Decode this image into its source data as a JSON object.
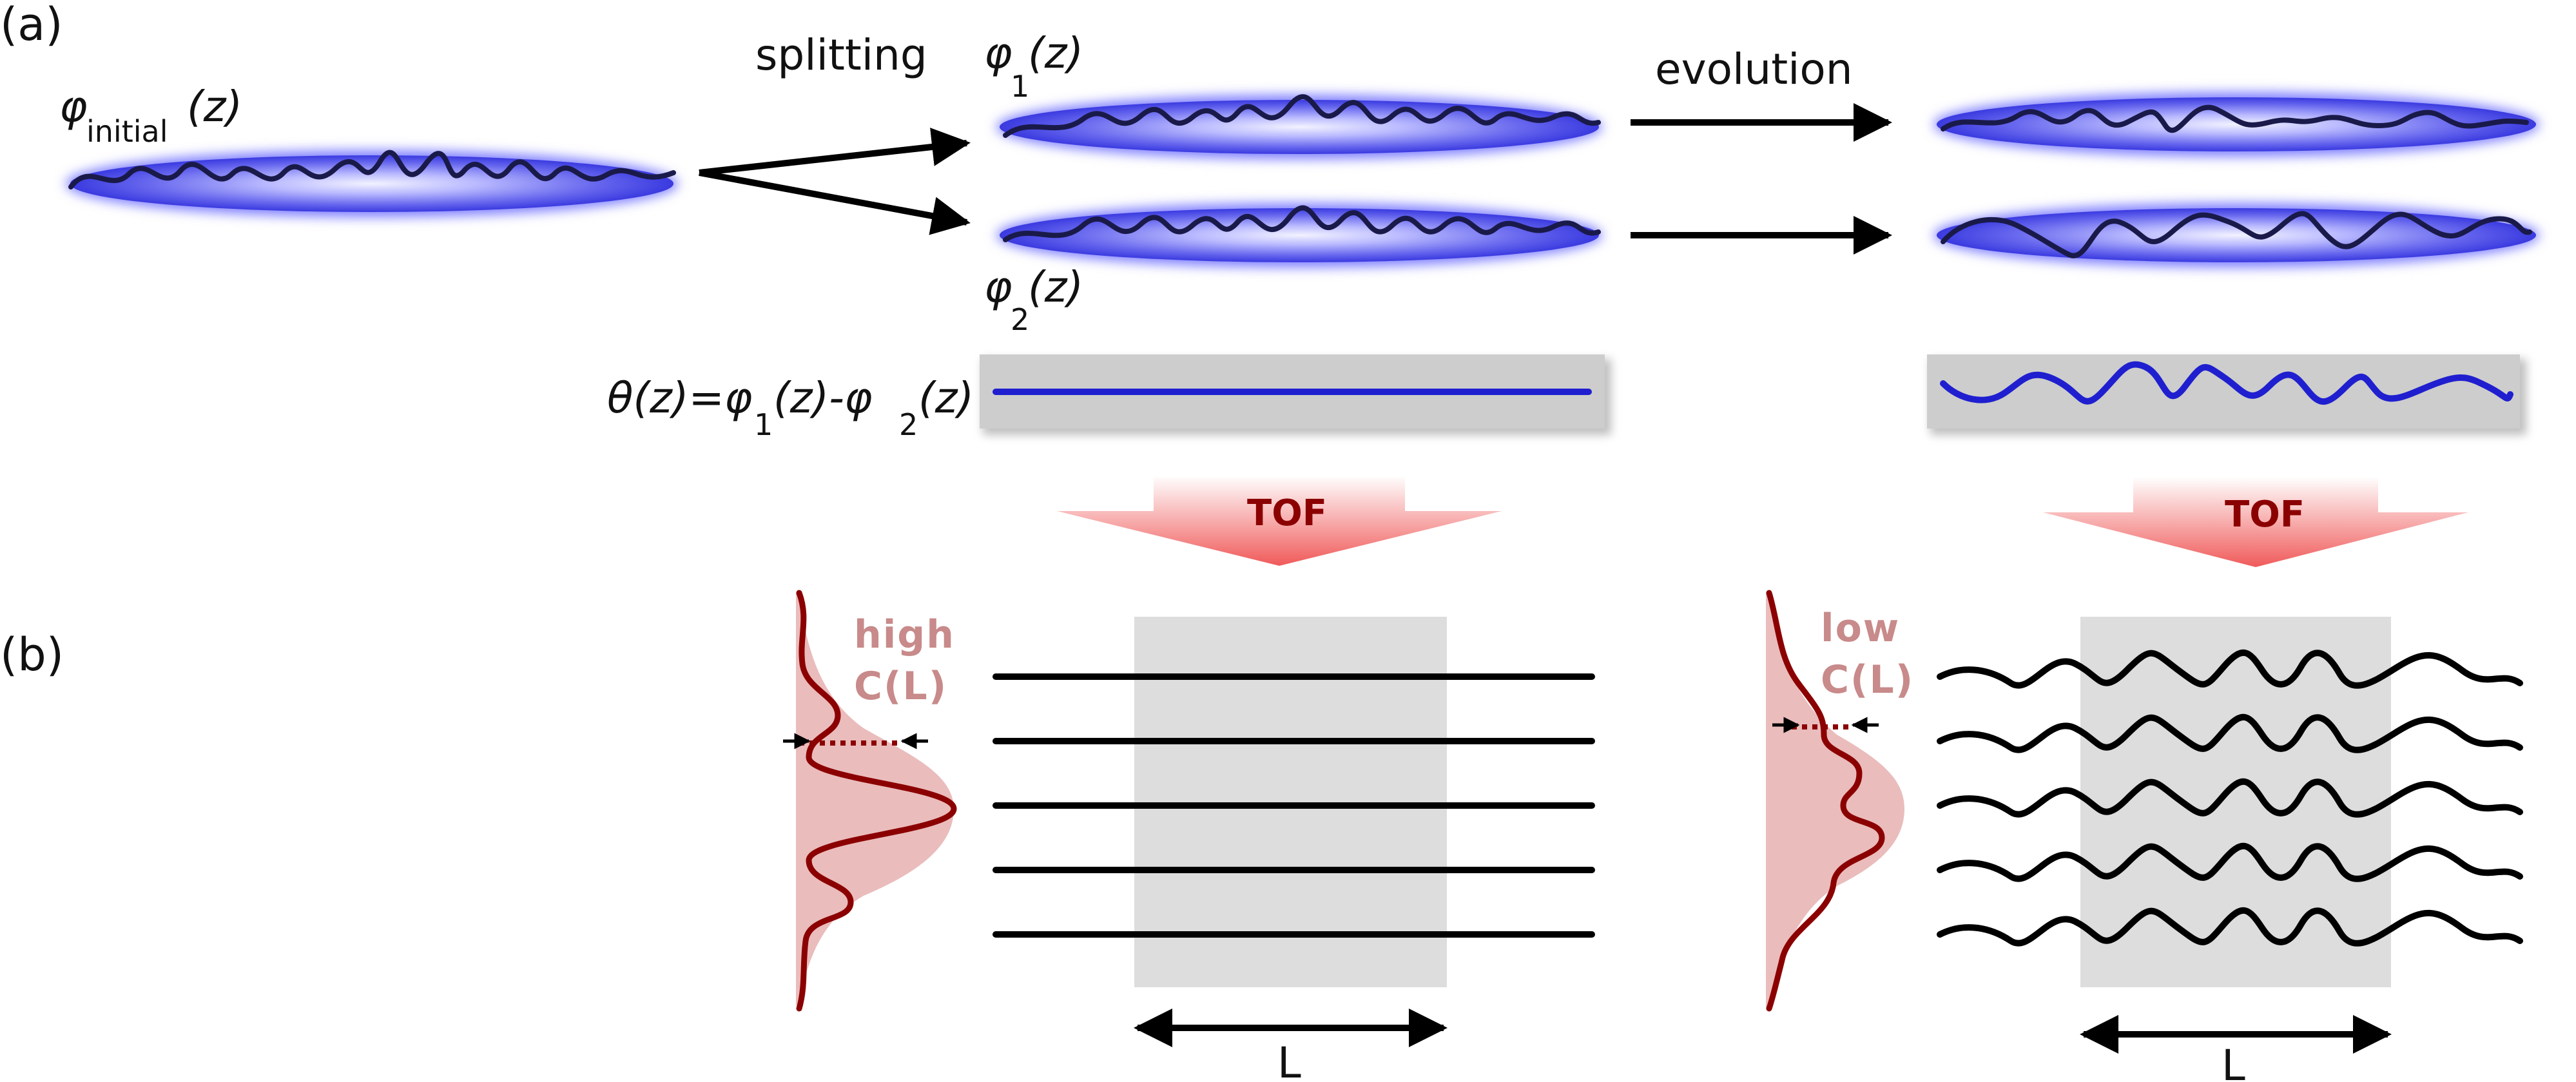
{
  "panels": {
    "a": "(a)",
    "b": "(b)"
  },
  "labels": {
    "phi_initial_main": "φ",
    "phi_initial_sub": "initial",
    "phi_initial_arg": "(z)",
    "splitting": "splitting",
    "evolution": "evolution",
    "phi1_main": "φ",
    "phi1_sub": "1",
    "phi1_arg": "(z)",
    "phi2_main": "φ",
    "phi2_sub": "2",
    "phi2_arg": "(z)",
    "theta_eq": {
      "t1": "θ(z)=φ",
      "s1": "1",
      "t2": "(z)-φ",
      "s2": "2",
      "t3": "(z)"
    },
    "tof_left": "TOF",
    "tof_right": "TOF",
    "high": "high",
    "low": "low",
    "contrast_left": "C(L)",
    "contrast_right": "C(L)",
    "length_left": "L",
    "length_right": "L"
  },
  "colors": {
    "cloud_glow": "#7f7fff",
    "cloud_core": "#4a4af0",
    "phase_line": "#1a1a4a",
    "phase_diff": "#1f1fd0",
    "gray_box": "#cccccc",
    "tof_arrow": "#f06a6a",
    "tof_text": "#8b0000",
    "profile": "#8b0000",
    "profile_fill": "#e8b5b5",
    "fringe": "#000000",
    "roi": "#dddddd"
  }
}
